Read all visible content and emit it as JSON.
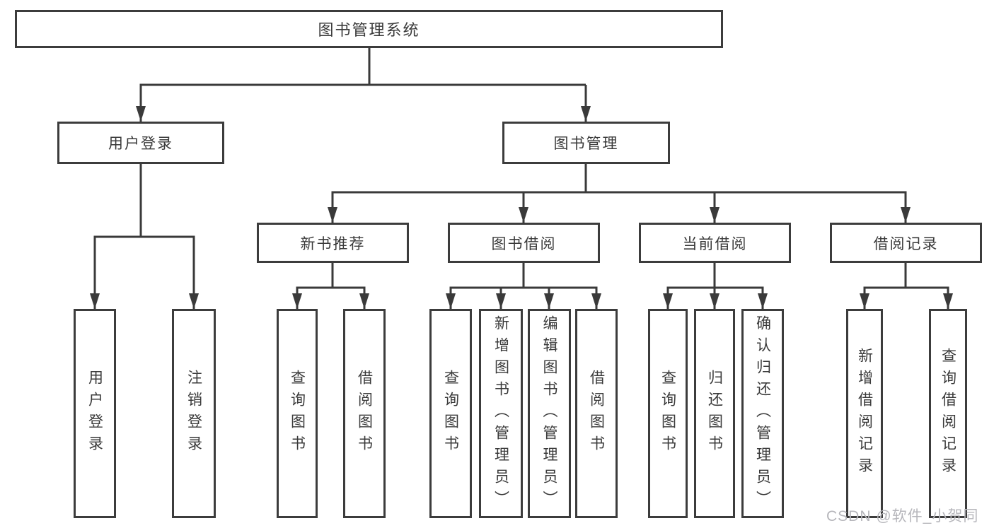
{
  "diagram": {
    "root": {
      "label": "图书管理系统"
    },
    "level2": [
      {
        "label": "用户登录"
      },
      {
        "label": "图书管理"
      }
    ],
    "level3": [
      {
        "label": "新书推荐"
      },
      {
        "label": "图书借阅"
      },
      {
        "label": "当前借阅"
      },
      {
        "label": "借阅记录"
      }
    ],
    "leaves": {
      "user_login": [
        "用户登录",
        "注销登录"
      ],
      "new_book_recommend": [
        "查询图书",
        "借阅图书"
      ],
      "book_borrow": [
        "查询图书",
        "新增图书（管理员）",
        "编辑图书（管理员）",
        "借阅图书"
      ],
      "current_borrow": [
        "查询图书",
        "归还图书",
        "确认归还（管理员）"
      ],
      "borrow_record": [
        "新增借阅记录",
        "查询借阅记录"
      ]
    },
    "watermark": "CSDN @软件_小贺同学",
    "colors": {
      "line": "#3a3a3a",
      "border": "#3c3c3c",
      "text": "#3a3a3a",
      "watermark": "#b6b6bb"
    }
  }
}
